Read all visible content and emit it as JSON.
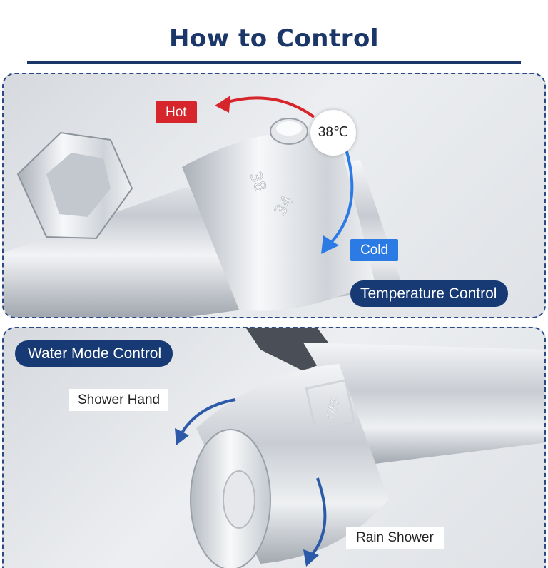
{
  "title": "How to Control",
  "temperature_panel": {
    "hot_label": "Hot",
    "cold_label": "Cold",
    "temp_value": "38℃",
    "scale_high": "38",
    "scale_low": "34",
    "panel_label": "Temperature Control"
  },
  "mode_panel": {
    "panel_label": "Water Mode Control",
    "shower_hand_label": "Shower Hand",
    "rain_shower_label": "Rain Shower",
    "off_mark": "OFF"
  },
  "colors": {
    "navy": "#173a74",
    "hot": "#d6262b",
    "cold": "#2c7be5"
  }
}
